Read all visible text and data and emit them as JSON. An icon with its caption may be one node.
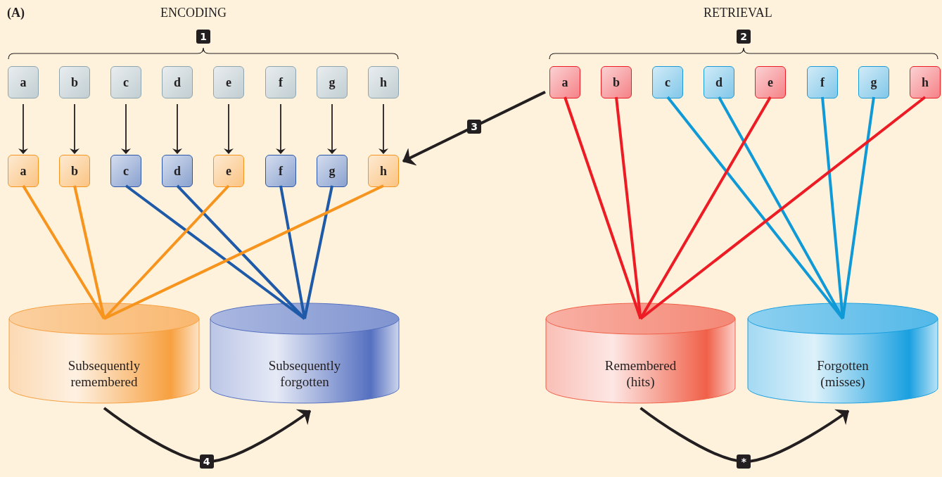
{
  "diagram": {
    "nodes": [
      {
        "text": [
          "a"
        ]
      },
      {
        "text": [
          "b"
        ]
      },
      {
        "text": [
          "c"
        ]
      },
      {
        "text": [
          "d"
        ]
      },
      {
        "text": [
          "e"
        ]
      },
      {
        "text": [
          "f"
        ]
      },
      {
        "text": [
          "g"
        ]
      },
      {
        "text": [
          "h"
        ]
      },
      {
        "text": [
          "a"
        ]
      },
      {
        "text": [
          "b"
        ]
      },
      {
        "text": [
          "c"
        ]
      },
      {
        "text": [
          "d"
        ]
      },
      {
        "text": [
          "e"
        ]
      },
      {
        "text": [
          "f"
        ]
      },
      {
        "text": [
          "g"
        ]
      },
      {
        "text": [
          "h"
        ]
      },
      {
        "text": [
          "Subsequently remembered"
        ]
      },
      {
        "text": [
          "Subsequently forgotten"
        ]
      },
      {
        "text": [
          "a"
        ]
      },
      {
        "text": [
          "b"
        ]
      },
      {
        "text": [
          "c"
        ]
      },
      {
        "text": [
          "d"
        ]
      },
      {
        "text": [
          "e"
        ]
      },
      {
        "text": [
          "f"
        ]
      },
      {
        "text": [
          "g"
        ]
      },
      {
        "text": [
          "h"
        ]
      },
      {
        "text": [
          "Remembered (hits)"
        ]
      },
      {
        "text": [
          "Forgotten (misses)"
        ]
      }
    ],
    "edges": [
      {
        "from": 0,
        "to": 8,
        "arrow": "to"
      },
      {
        "from": 1,
        "to": 9,
        "arrow": "to"
      },
      {
        "from": 2,
        "to": 10,
        "arrow": "to"
      },
      {
        "from": 3,
        "to": 11,
        "arrow": "to"
      },
      {
        "from": 4,
        "to": 12,
        "arrow": "to"
      },
      {
        "from": 5,
        "to": 13,
        "arrow": "to"
      },
      {
        "from": 6,
        "to": 14,
        "arrow": "to"
      },
      {
        "from": 7,
        "to": 15,
        "arrow": "to"
      },
      {
        "from": 8,
        "to": 16,
        "arrow": "none",
        "color": "#f7941d"
      },
      {
        "from": 9,
        "to": 16,
        "arrow": "none",
        "color": "#f7941d"
      },
      {
        "from": 10,
        "to": 17,
        "arrow": "none",
        "color": "#1f5aa8"
      },
      {
        "from": 11,
        "to": 17,
        "arrow": "none",
        "color": "#1f5aa8"
      },
      {
        "from": 12,
        "to": 16,
        "arrow": "none",
        "color": "#f7941d"
      },
      {
        "from": 13,
        "to": 17,
        "arrow": "none",
        "color": "#1f5aa8"
      },
      {
        "from": 14,
        "to": 17,
        "arrow": "none",
        "color": "#1f5aa8"
      },
      {
        "from": 15,
        "to": 16,
        "arrow": "none",
        "color": "#f7941d"
      },
      {
        "from": 18,
        "to": 26,
        "arrow": "none",
        "color": "#ed1c24"
      },
      {
        "from": 19,
        "to": 26,
        "arrow": "none",
        "color": "#ed1c24"
      },
      {
        "from": 20,
        "to": 27,
        "arrow": "none",
        "color": "#0f9ad7"
      },
      {
        "from": 21,
        "to": 27,
        "arrow": "none",
        "color": "#0f9ad7"
      },
      {
        "from": 22,
        "to": 26,
        "arrow": "none",
        "color": "#ed1c24"
      },
      {
        "from": 23,
        "to": 27,
        "arrow": "none",
        "color": "#0f9ad7"
      },
      {
        "from": 24,
        "to": 27,
        "arrow": "none",
        "color": "#0f9ad7"
      },
      {
        "from": 25,
        "to": 26,
        "arrow": "none",
        "color": "#ed1c24"
      },
      {
        "from": 18,
        "to": 15,
        "arrow": "to",
        "label": "3"
      },
      {
        "from": 16,
        "to": 17,
        "arrow": "to",
        "label": "4"
      },
      {
        "from": 26,
        "to": 27,
        "arrow": "to",
        "label": "*"
      }
    ],
    "labels": [
      "(A)",
      "ENCODING",
      "1",
      "RETRIEVAL",
      "2"
    ]
  }
}
